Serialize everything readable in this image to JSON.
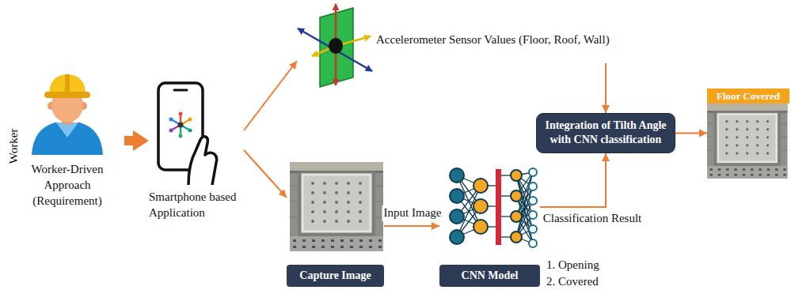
{
  "diagram": {
    "nodes": [
      {
        "text": [
          "Worker-Driven Approach (Requirement)"
        ]
      },
      {
        "text": [
          "Smartphone based Application"
        ]
      },
      {
        "text": [
          "Accelerometer Sensor Values (Floor, Roof, Wall)"
        ]
      },
      {
        "text": [
          "Capture Image"
        ]
      },
      {
        "text": [
          "CNN Model"
        ]
      },
      {
        "text": [
          "Integration of Tilth Angle with CNN classification"
        ]
      },
      {
        "text": [
          "Floor Covered"
        ]
      }
    ],
    "edges": [
      {
        "from": 0,
        "to": 1,
        "arrow": "to"
      },
      {
        "from": 1,
        "to": 2,
        "arrow": "to"
      },
      {
        "from": 1,
        "to": 3,
        "arrow": "to"
      },
      {
        "from": 3,
        "to": 4,
        "label": "Input Image",
        "arrow": "to"
      },
      {
        "from": 4,
        "to": 5,
        "label": "Classification Result",
        "arrow": "to"
      },
      {
        "from": 2,
        "to": 5,
        "arrow": "to"
      },
      {
        "from": 5,
        "to": 6,
        "arrow": "to"
      }
    ],
    "labels": [
      "Worker",
      "1. Opening",
      "2. Covered"
    ]
  }
}
